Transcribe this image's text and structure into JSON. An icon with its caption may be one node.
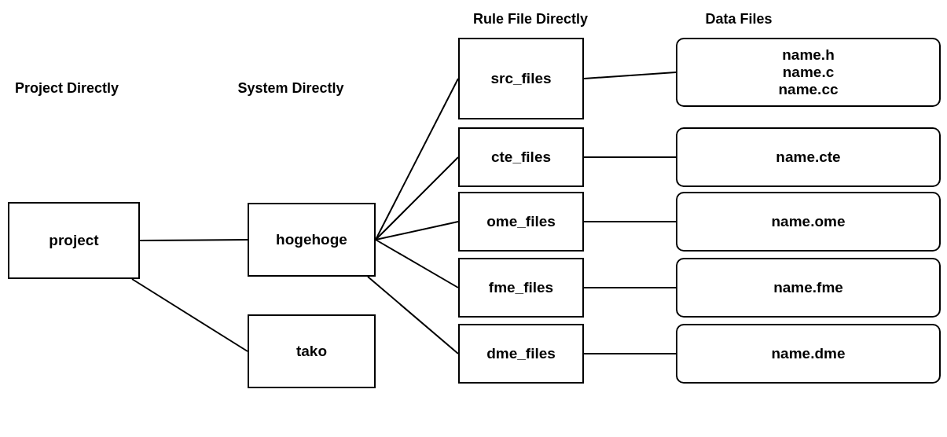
{
  "diagram": {
    "nodes": [
      {
        "text": [
          "project"
        ]
      },
      {
        "text": [
          "hogehoge"
        ]
      },
      {
        "text": [
          "tako"
        ]
      },
      {
        "text": [
          "src_files"
        ]
      },
      {
        "text": [
          "cte_files"
        ]
      },
      {
        "text": [
          "ome_files"
        ]
      },
      {
        "text": [
          "fme_files"
        ]
      },
      {
        "text": [
          "dme_files"
        ]
      },
      {
        "text": [
          "name.h",
          "name.c",
          "name.cc"
        ]
      },
      {
        "text": [
          "name.cte"
        ]
      },
      {
        "text": [
          "name.ome"
        ]
      },
      {
        "text": [
          "name.fme"
        ]
      },
      {
        "text": [
          "name.dme"
        ]
      }
    ],
    "edges": [
      {
        "from": 0,
        "to": 1,
        "arrow": "none"
      },
      {
        "from": 0,
        "to": 2,
        "arrow": "none"
      },
      {
        "from": 1,
        "to": 3,
        "arrow": "none"
      },
      {
        "from": 1,
        "to": 4,
        "arrow": "none"
      },
      {
        "from": 1,
        "to": 5,
        "arrow": "none"
      },
      {
        "from": 1,
        "to": 6,
        "arrow": "none"
      },
      {
        "from": 1,
        "to": 7,
        "arrow": "none"
      },
      {
        "from": 3,
        "to": 8,
        "arrow": "none"
      },
      {
        "from": 4,
        "to": 9,
        "arrow": "none"
      },
      {
        "from": 5,
        "to": 10,
        "arrow": "none"
      },
      {
        "from": 6,
        "to": 11,
        "arrow": "none"
      },
      {
        "from": 7,
        "to": 12,
        "arrow": "none"
      }
    ],
    "labels": [
      "Rule File Directly",
      "Data Files",
      "Project Directly",
      "System Directly"
    ]
  }
}
